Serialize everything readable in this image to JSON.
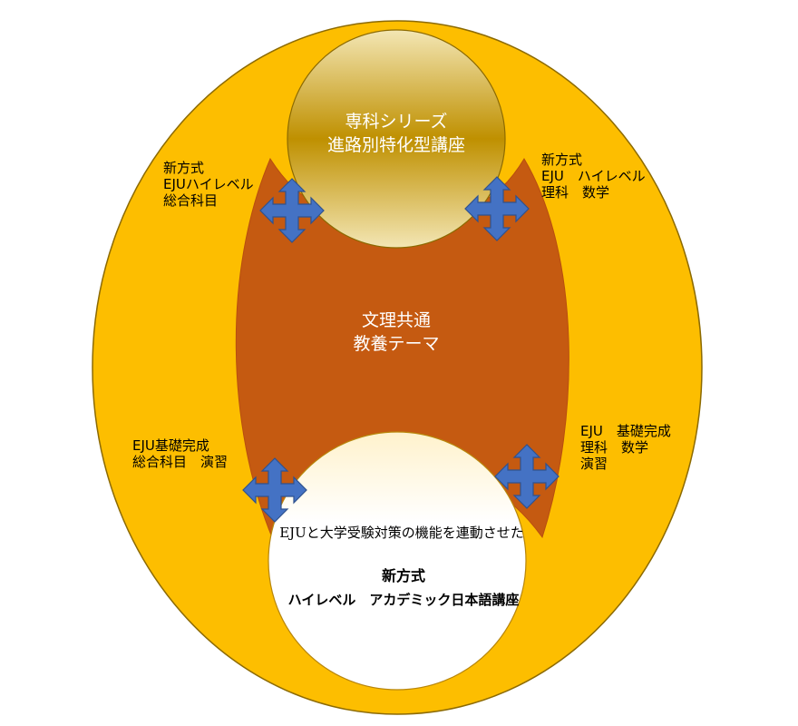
{
  "colors": {
    "outer_ellipse": "#FDBE00",
    "outer_stroke": "#8C6A00",
    "inner_shape": "#C55A11",
    "top_circle_light": "#F3E6B4",
    "top_circle_dark": "#BF9000",
    "bottom_circle_light": "#FFF2CC",
    "arrow": "#4472C4",
    "arrow_stroke": "#2F528F"
  },
  "top_circle": {
    "line1": "専科シリーズ",
    "line2": "進路別特化型講座"
  },
  "center": {
    "line1": "文理共通",
    "line2": "教養テーマ"
  },
  "bottom_circle": {
    "line1": "EJUと大学受験対策の機能を連動させた",
    "line2": "新方式",
    "line3": "ハイレベル　アカデミック日本語講座"
  },
  "labels": {
    "upper_left": {
      "line1": "新方式",
      "line2": "EJUハイレベル",
      "line3": "総合科目"
    },
    "upper_right": {
      "line1": "新方式",
      "line2": "EJU　ハイレベル",
      "line3": "理科　数学"
    },
    "lower_left": {
      "line1": "EJU基礎完成",
      "line2": "総合科目　演習"
    },
    "lower_right": {
      "line1": "EJU　基礎完成",
      "line2": "理科　数学",
      "line3": "演習"
    }
  },
  "arrows": [
    {
      "name": "upper-left-arrow-icon",
      "icon": "four-way-arrow"
    },
    {
      "name": "upper-right-arrow-icon",
      "icon": "four-way-arrow"
    },
    {
      "name": "lower-left-arrow-icon",
      "icon": "four-way-arrow"
    },
    {
      "name": "lower-right-arrow-icon",
      "icon": "four-way-arrow"
    }
  ]
}
